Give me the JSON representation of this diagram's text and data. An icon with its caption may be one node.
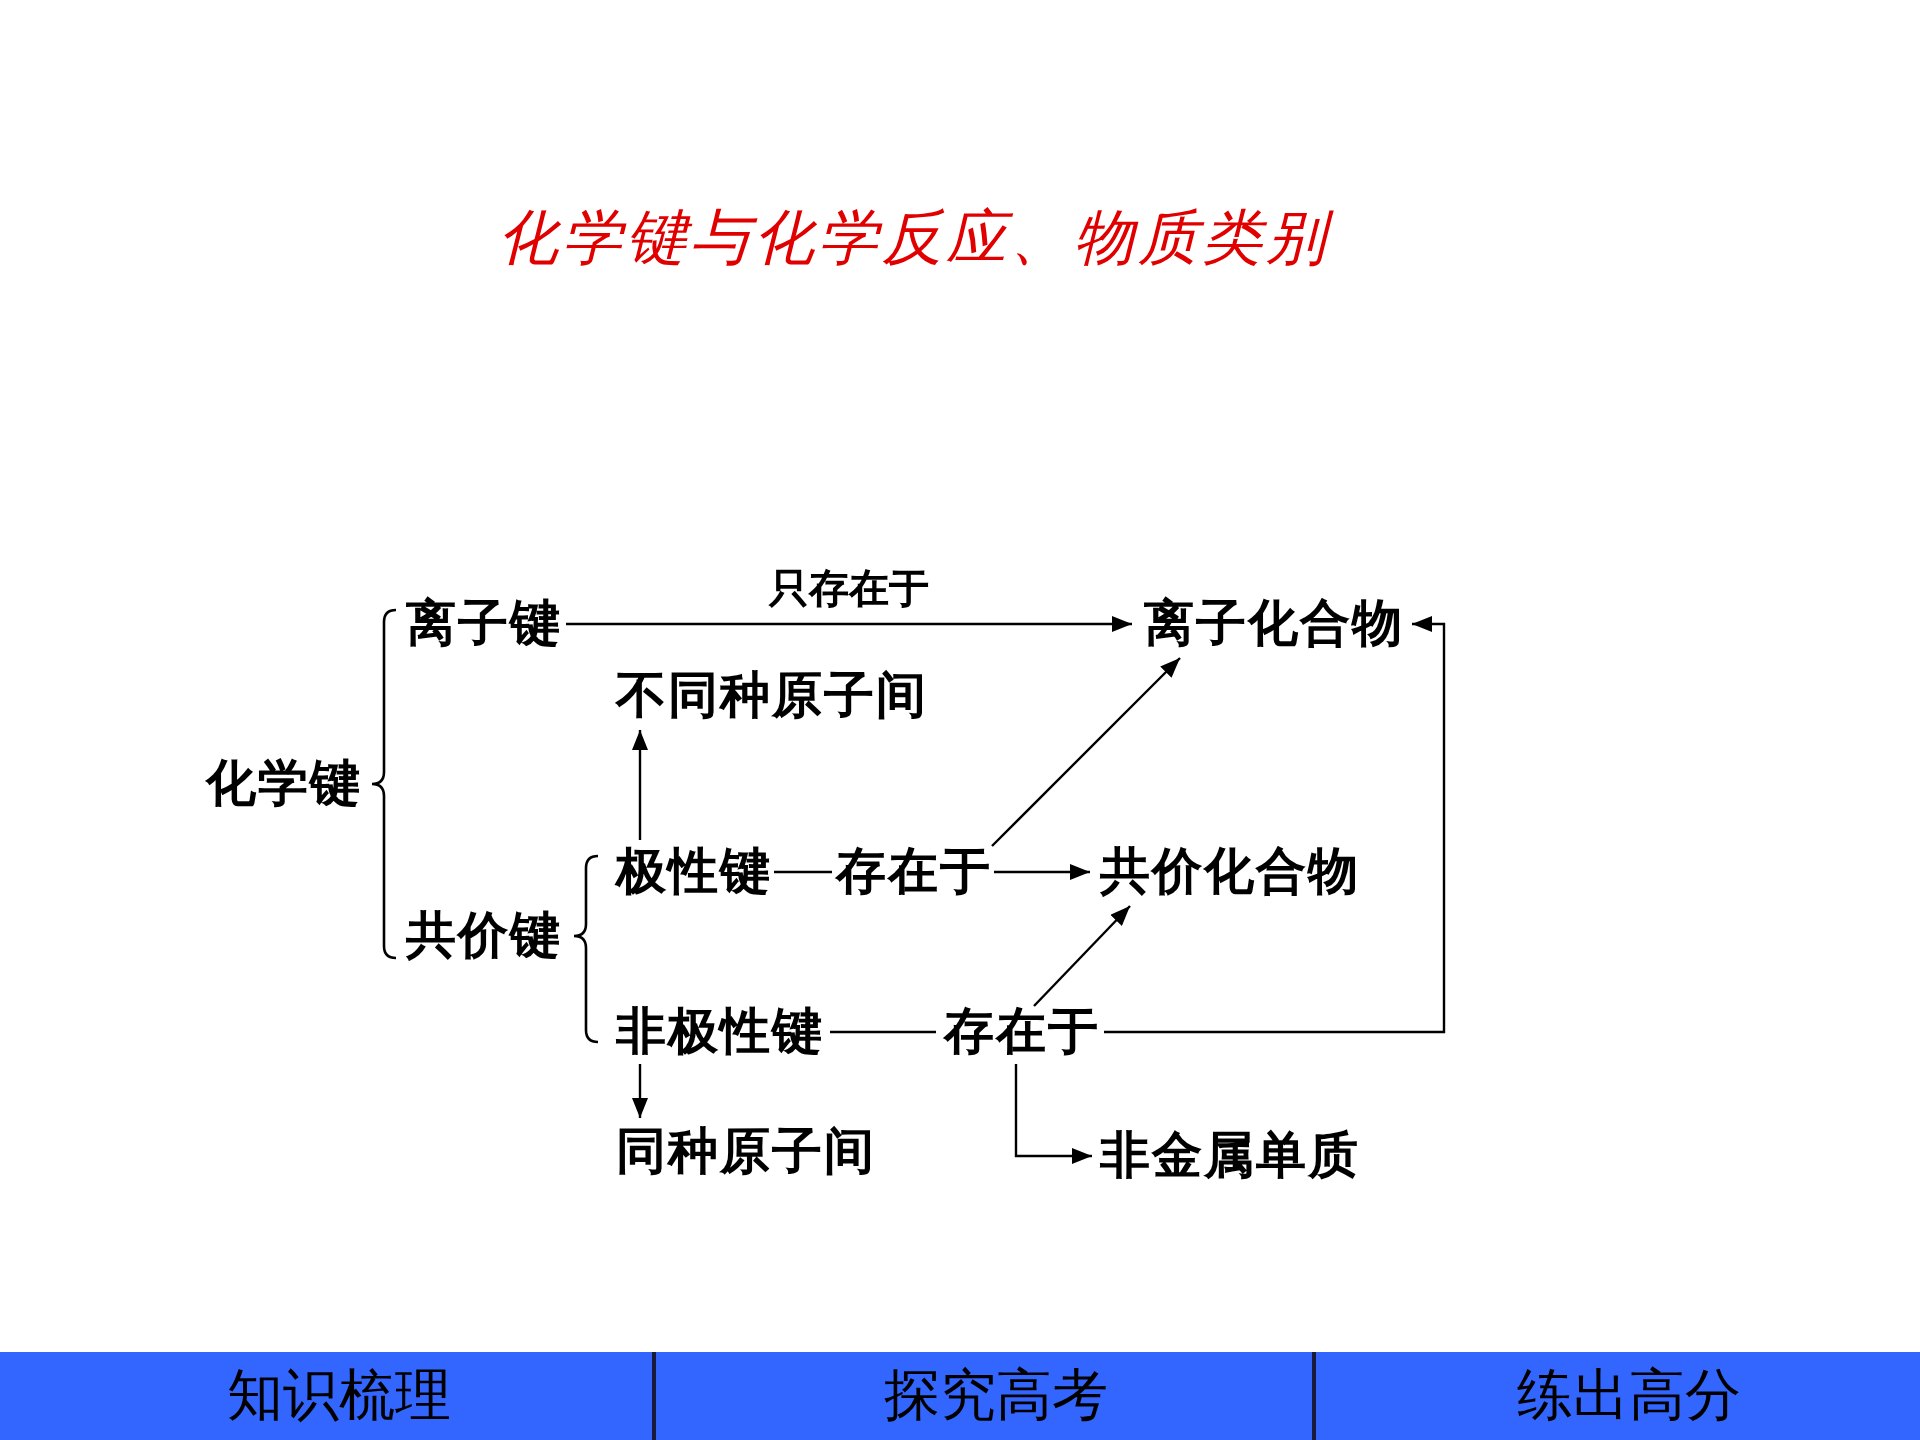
{
  "diagram": {
    "title": "化学键与化学反应、物质类别",
    "nodes": [
      {
        "text": [
          "化学键"
        ]
      },
      {
        "text": [
          "离子键"
        ]
      },
      {
        "text": [
          "共价键"
        ]
      },
      {
        "text": [
          "离子化合物"
        ]
      },
      {
        "text": [
          "不同种原子间"
        ]
      },
      {
        "text": [
          "极性键"
        ]
      },
      {
        "text": [
          "存在于"
        ]
      },
      {
        "text": [
          "共价化合物"
        ]
      },
      {
        "text": [
          "非极性键"
        ]
      },
      {
        "text": [
          "存在于"
        ]
      },
      {
        "text": [
          "同种原子间"
        ]
      },
      {
        "text": [
          "非金属单质"
        ]
      }
    ],
    "edges": [
      {
        "from": 1,
        "to": 3,
        "arrow": "to",
        "label": "只存在于"
      },
      {
        "from": 5,
        "to": 4,
        "arrow": "to"
      },
      {
        "from": 5,
        "to": 6,
        "arrow": "none"
      },
      {
        "from": 6,
        "to": 3,
        "arrow": "to"
      },
      {
        "from": 6,
        "to": 7,
        "arrow": "to"
      },
      {
        "from": 8,
        "to": 9,
        "arrow": "none"
      },
      {
        "from": 9,
        "to": 7,
        "arrow": "to"
      },
      {
        "from": 9,
        "to": 3,
        "arrow": "to"
      },
      {
        "from": 8,
        "to": 10,
        "arrow": "to"
      },
      {
        "from": 9,
        "to": 11,
        "arrow": "to"
      }
    ],
    "labels": [
      "知识梳理",
      "探究高考",
      "练出高分"
    ]
  }
}
